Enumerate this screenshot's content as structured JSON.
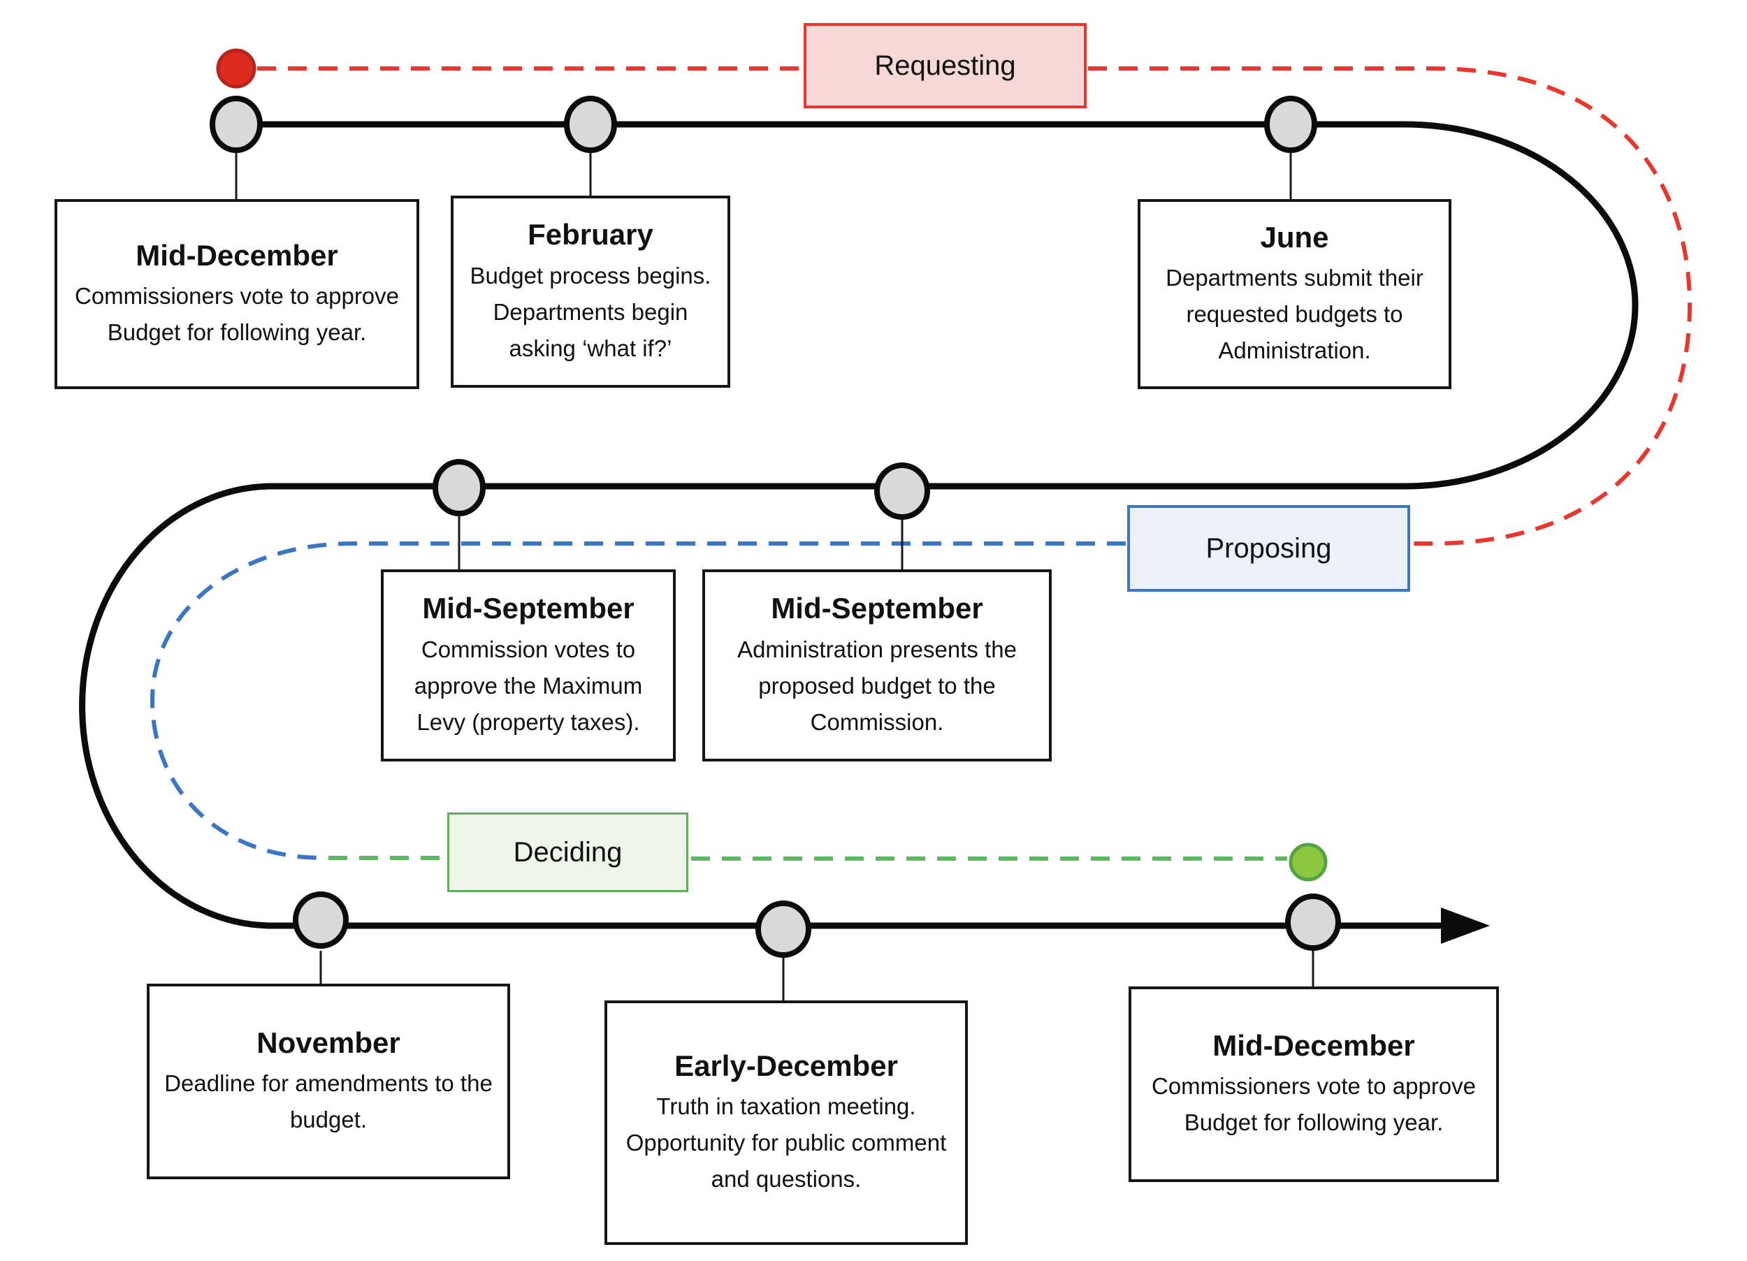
{
  "phases": [
    {
      "id": "requesting",
      "label": "Requesting",
      "border_color": "#E8382D",
      "fill_color": "#F6D8D6",
      "dash_color": "#E8382D"
    },
    {
      "id": "proposing",
      "label": "Proposing",
      "border_color": "#3D77C2",
      "fill_color": "#ECF1F9",
      "dash_color": "#3A76C4"
    },
    {
      "id": "deciding",
      "label": "Deciding",
      "border_color": "#62AE5C",
      "fill_color": "#F0F5EA",
      "dash_color": "#5CB85C"
    }
  ],
  "events": [
    {
      "title": "Mid-December",
      "description": "Commissioners vote to approve Budget for following year."
    },
    {
      "title": "February",
      "description": "Budget process begins. Departments begin asking ‘what if?’"
    },
    {
      "title": "June",
      "description": "Departments submit their requested budgets to Administration."
    },
    {
      "title": "Mid-September",
      "description": "Commission votes to approve the Maximum Levy (property taxes)."
    },
    {
      "title": "Mid-September",
      "description": "Administration presents the proposed budget to the Commission."
    },
    {
      "title": "November",
      "description": "Deadline for amendments to the budget."
    },
    {
      "title": "Early-December",
      "description": "Truth in taxation meeting. Opportunity for public comment and questions."
    },
    {
      "title": "Mid-December",
      "description": "Commissioners vote to approve Budget for following year."
    }
  ],
  "markers": {
    "start_dot_color": "#DC2B1F",
    "start_dot_border": "#B5251B",
    "end_dot_color": "#8DC63F",
    "end_dot_border": "#54A345",
    "node_fill": "#D9D9D9",
    "node_border": "#0B0B0B",
    "track_color": "#0B0B0B"
  }
}
